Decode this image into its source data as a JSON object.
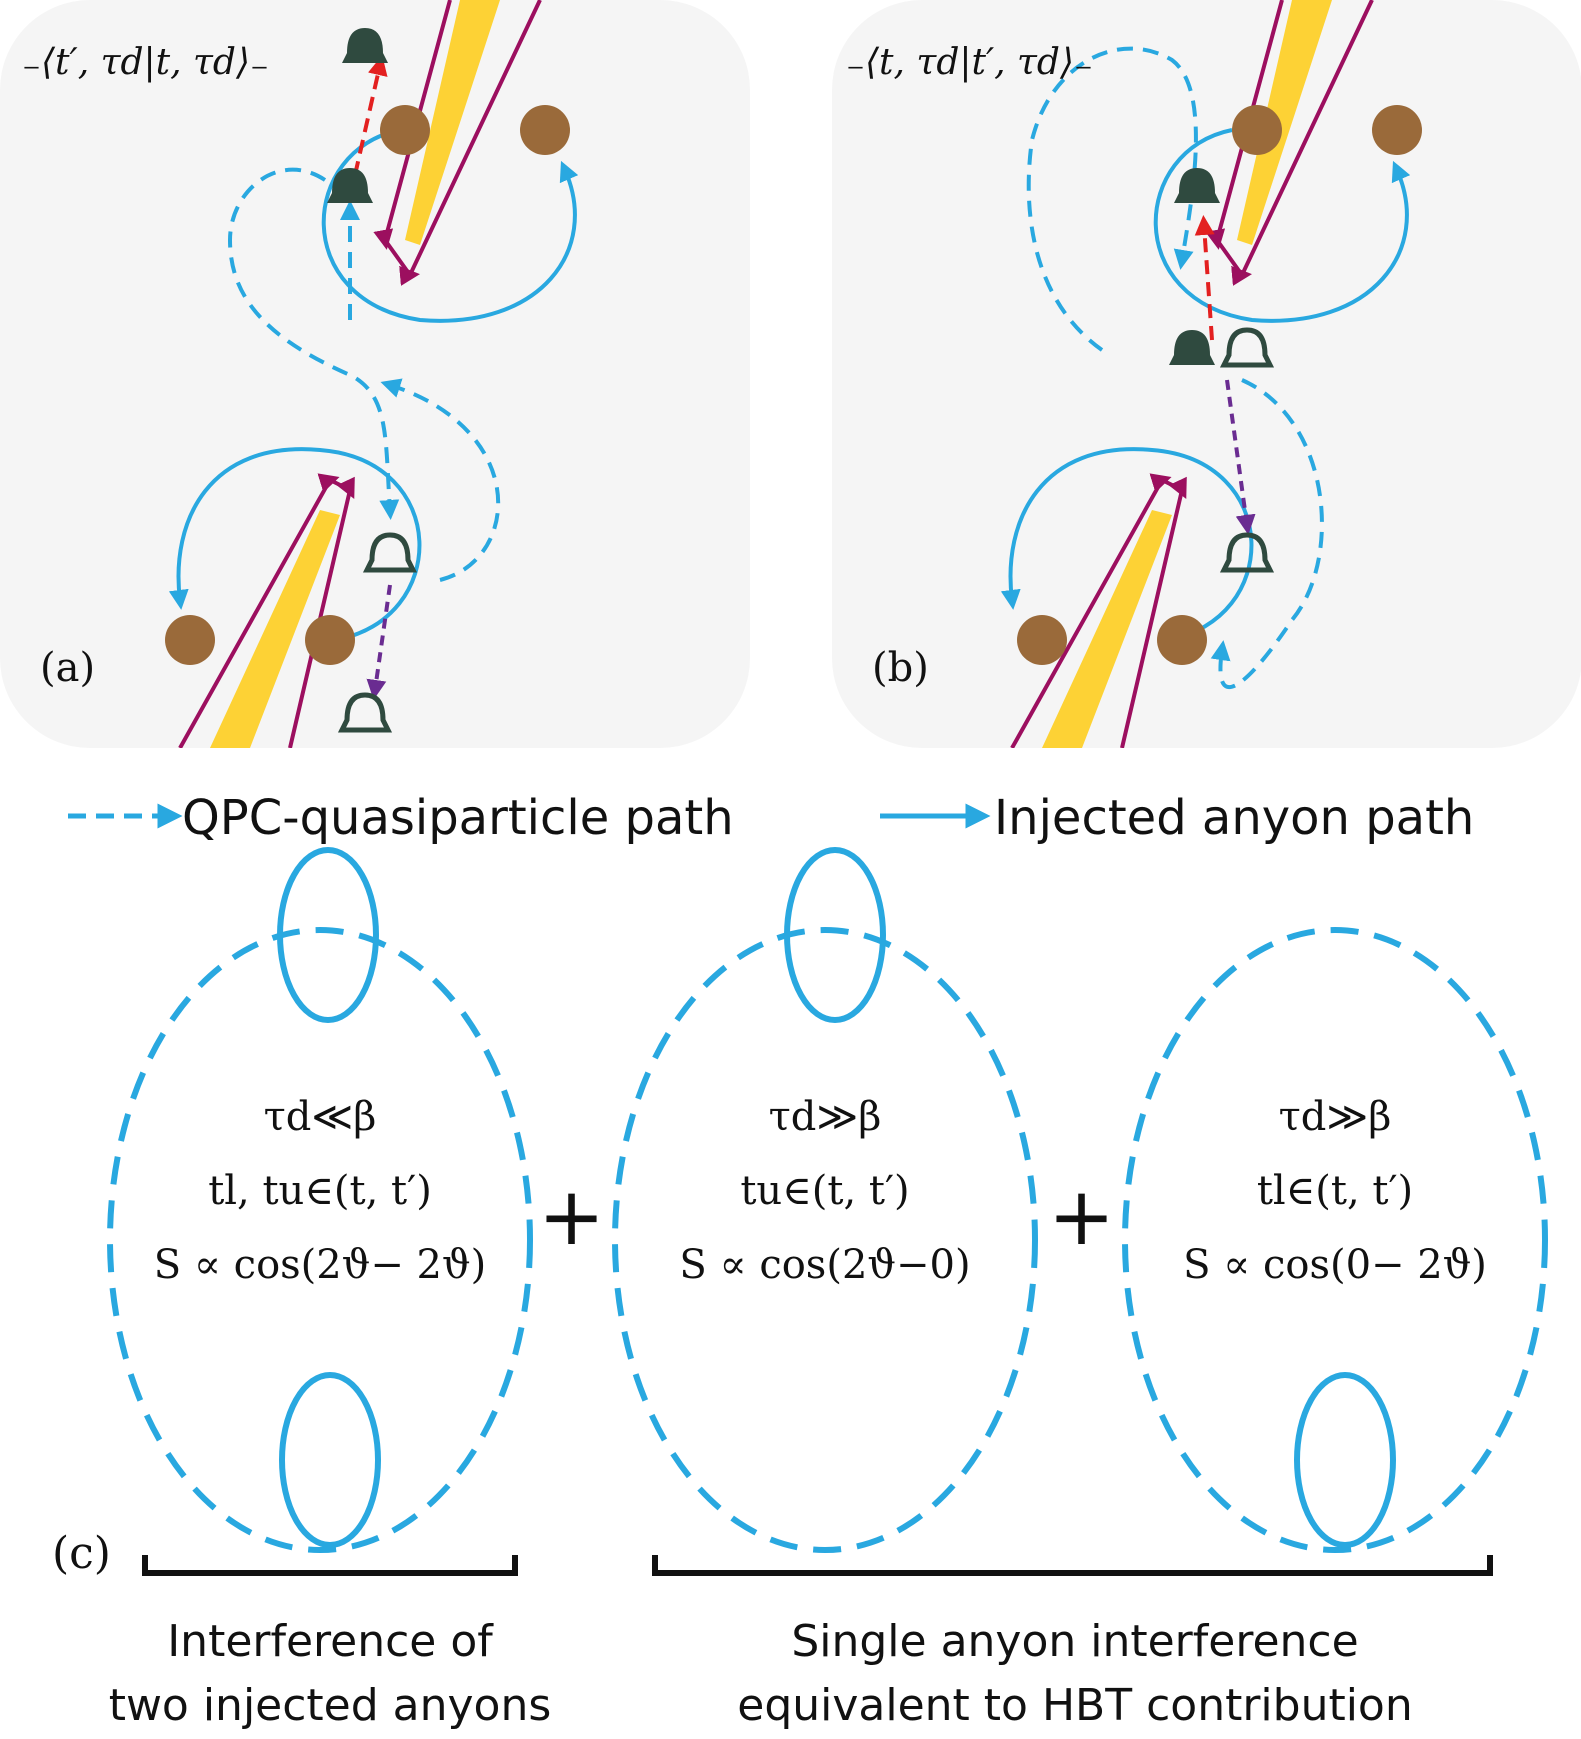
{
  "panels": [
    {
      "label": "(a)",
      "bra_ket": "₋⟨t′, τd|t, τd⟩₋"
    },
    {
      "label": "(b)",
      "bra_ket": "₋⟨t, τd|t′, τd⟩₋"
    }
  ],
  "legend": {
    "dashed_label": "QPC-quasiparticle path",
    "solid_label": "Injected anyon path"
  },
  "panel_c_label": "(c)",
  "loops": [
    {
      "condition": "τd≪β",
      "interval": "tl, tu∈(t, t′)",
      "signal": "S ∝ cos(2ϑ− 2ϑ)"
    },
    {
      "condition": "τd≫β",
      "interval": "tu∈(t, t′)",
      "signal": "S ∝ cos(2ϑ−0)"
    },
    {
      "condition": "τd≫β",
      "interval": "tl∈(t, t′)",
      "signal": "S ∝ cos(0− 2ϑ)"
    }
  ],
  "plus_sign": "+",
  "captions": [
    {
      "line1": "Interference of",
      "line2": "two injected anyons"
    },
    {
      "line1": "Single anyon interference",
      "line2": "equivalent to HBT contribution"
    }
  ],
  "colors": {
    "blue": "#29a8e0",
    "magenta": "#9c0f5f",
    "red": "#e32020",
    "purple": "#6a2c91",
    "gold": "#fdd235",
    "panel_bg": "#f5f5f5",
    "bell": "#2f4a3f",
    "bead": "#9a6a3a"
  }
}
